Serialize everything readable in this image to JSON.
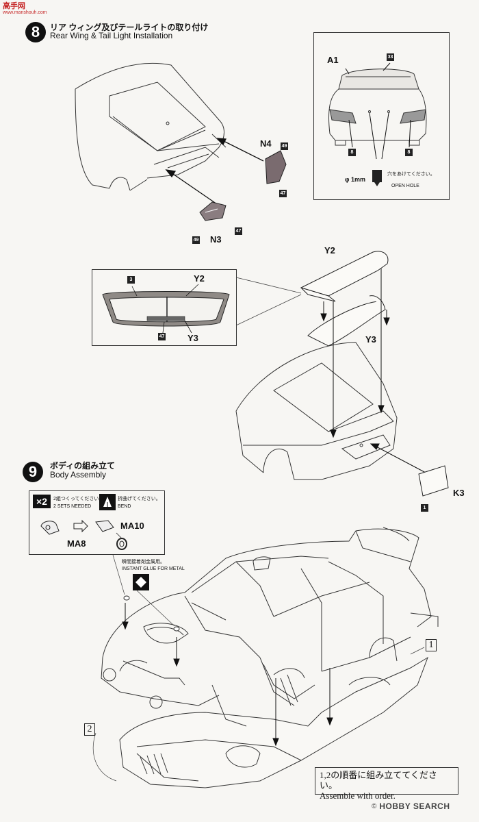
{
  "watermark": {
    "logo": "高手网",
    "site": "www.manshouh.com"
  },
  "step8": {
    "number": "8",
    "title_jp": "リア ウィング及びテールライトの取り付け",
    "title_en": "Rear Wing & Tail Light Installation",
    "labels": {
      "n4": "N4",
      "n3": "N3",
      "a1": "A1",
      "y2": "Y2",
      "y3": "Y3",
      "k3": "K3",
      "y2_inset": "Y2",
      "y3_inset": "Y3"
    },
    "color_codes": {
      "n4_a": "49",
      "n4_b": "47",
      "n3_a": "49",
      "n3_b": "47",
      "a1_top": "33",
      "a1_left": "8",
      "a1_right": "8",
      "inset_3": "3",
      "inset_47": "47",
      "k3": "1"
    },
    "drill_note": {
      "size": "φ 1mm",
      "jp": "穴をあけてください。",
      "en": "OPEN HOLE"
    }
  },
  "step9": {
    "number": "9",
    "title_jp": "ボディの組み立て",
    "title_en": "Body Assembly",
    "multiplier": "×2",
    "sets_jp": "2組つくってください。",
    "sets_en": "2 SETS NEEDED",
    "bend_jp": "折曲げてください。",
    "bend_en": "BEND",
    "ma8": "MA8",
    "ma10": "MA10",
    "glue_jp": "瞬間接着剤金属用。",
    "glue_en": "INSTANT GLUE FOR METAL",
    "order_1": "1",
    "order_2": "2",
    "note_jp": "1,2の順番に組み立ててください。",
    "note_en": "Assemble with order."
  },
  "footer": {
    "source": "HOBBY SEARCH"
  }
}
